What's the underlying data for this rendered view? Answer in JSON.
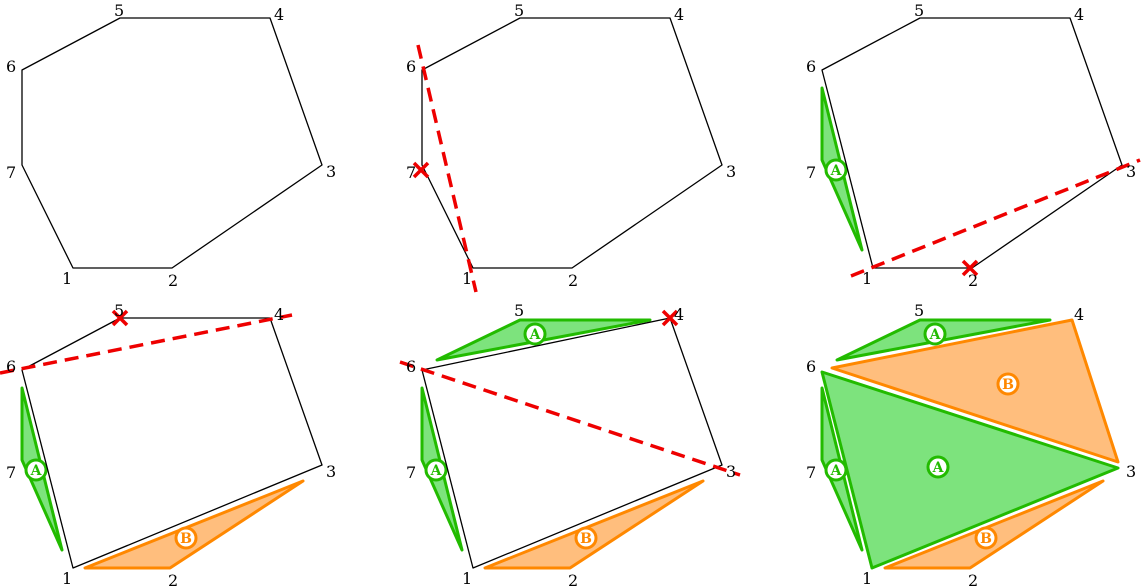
{
  "title": "Ear clipping polygon triangulation steps",
  "vertex_labels": [
    "1",
    "2",
    "3",
    "4",
    "5",
    "6",
    "7"
  ],
  "piece_labels": {
    "a": "A",
    "b": "B"
  },
  "colors": {
    "outline": "#000000",
    "cut": "#ee0000",
    "green_fill": "#7de37d",
    "green_stroke": "#22bb00",
    "orange_fill": "#ffbe7d",
    "orange_stroke": "#ff8800"
  },
  "panels": [
    {
      "step": 1,
      "remaining_vertices": [
        "1",
        "2",
        "3",
        "4",
        "5",
        "6",
        "7"
      ],
      "clipped_vertex": null
    },
    {
      "step": 2,
      "remaining_vertices": [
        "1",
        "2",
        "3",
        "4",
        "5",
        "6",
        "7"
      ],
      "clipped_vertex": "7"
    },
    {
      "step": 3,
      "remaining_vertices": [
        "1",
        "2",
        "3",
        "4",
        "5",
        "6"
      ],
      "clipped_vertex": "2"
    },
    {
      "step": 4,
      "remaining_vertices": [
        "1",
        "3",
        "4",
        "5",
        "6"
      ],
      "clipped_vertex": "5"
    },
    {
      "step": 5,
      "remaining_vertices": [
        "1",
        "3",
        "4",
        "6"
      ],
      "clipped_vertex": "4"
    },
    {
      "step": 6,
      "remaining_vertices": [],
      "clipped_vertex": null
    }
  ]
}
